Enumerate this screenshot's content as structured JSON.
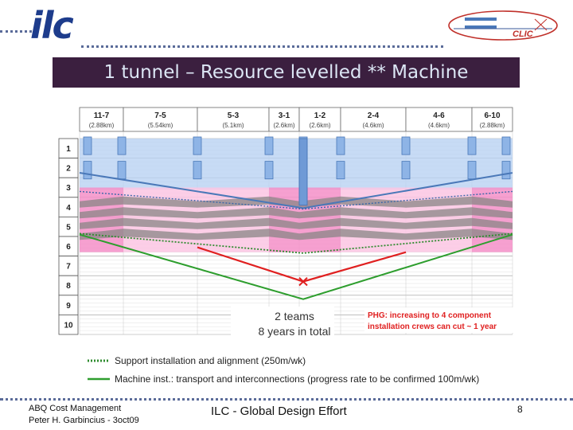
{
  "slide": {
    "title": "1 tunnel – Resource levelled ** Machine",
    "logo_left": "ilc",
    "logo_right": "CLIC",
    "footer_left_line1": "ABQ Cost Management",
    "footer_left_line2": "Peter H. Garbincius - 3oct09",
    "footer_center": "ILC - Global Design Effort",
    "page_number": "8"
  },
  "chart_data": {
    "type": "schedule-gantt",
    "segments": [
      {
        "name": "11-7",
        "length": "(2.88km)"
      },
      {
        "name": "7-5",
        "length": "(5.54km)"
      },
      {
        "name": "5-3",
        "length": "(5.1km)"
      },
      {
        "name": "3-1",
        "length": "(2.6km)"
      },
      {
        "name": "1-2",
        "length": "(2.6km)"
      },
      {
        "name": "2-4",
        "length": "(4.6km)"
      },
      {
        "name": "4-6",
        "length": "(4.6km)"
      },
      {
        "name": "6-10",
        "length": "(2.88km)"
      }
    ],
    "years": [
      "1",
      "2",
      "3",
      "4",
      "5",
      "6",
      "7",
      "8",
      "9",
      "10"
    ],
    "annotation_main_line1": "2 teams",
    "annotation_main_line2": "8 years in total",
    "annotation_red_line1": "PHG:  increasing to 4 component",
    "annotation_red_line2": "installation crews can cut ~ 1 year",
    "legend": [
      {
        "label": "Support installation and alignment (250m/wk)",
        "color": "#2e8b2e",
        "style": "dotted"
      },
      {
        "label": "Machine inst.: transport and interconnections (progress rate to be confirmed 100m/wk)",
        "color": "#2e9e2e",
        "style": "solid"
      }
    ],
    "colors": {
      "tunnel_fill": "#b9d2f3",
      "tunnel_line": "#4a78b8",
      "support_fill": "#f58fc8",
      "support_fill_light": "#fbc6e3",
      "machine_fill": "#8a8585",
      "machine_line": "#2e9e2e",
      "critical": "#e02020"
    }
  }
}
